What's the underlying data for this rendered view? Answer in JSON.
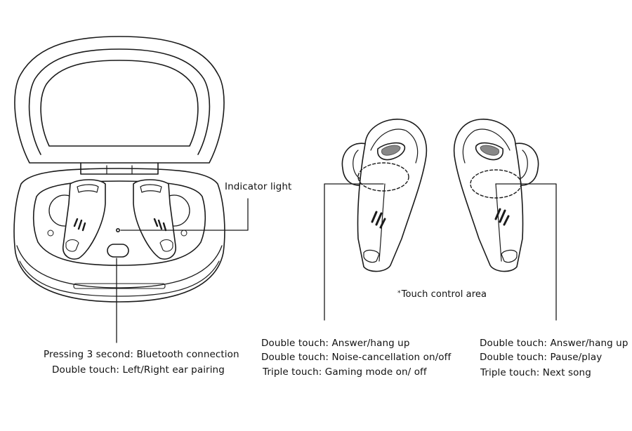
{
  "labels": {
    "indicator_light": "Indicator light",
    "touch_area_marker": "*",
    "touch_area": "Touch control area",
    "case_instructions": [
      "Pressing 3 second: Bluetooth connection",
      "Double touch: Left/Right ear pairing"
    ],
    "left_earbud_instructions": [
      "Double touch: Answer/hang up",
      "Double touch: Noise-cancellation on/off",
      "Triple touch: Gaming mode on/ off"
    ],
    "right_earbud_instructions": [
      "Double touch: Answer/hang up",
      "Double touch: Pause/play",
      "Triple touch: Next song"
    ]
  }
}
